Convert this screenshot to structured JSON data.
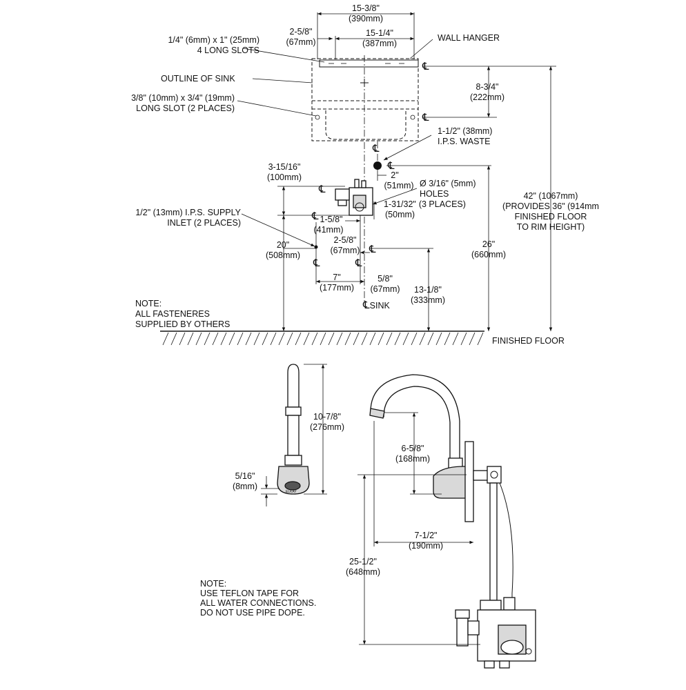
{
  "top_view": {
    "dim_overall_width": [
      "15-3/8\"",
      "(390mm)"
    ],
    "dim_slot_offset": [
      "2-5/8\"",
      "(67mm)"
    ],
    "dim_slot_span": [
      "15-1/4\"",
      "(387mm)"
    ],
    "label_long_slots": [
      "1/4\" (6mm) x 1\" (25mm)",
      "4 LONG SLOTS"
    ],
    "label_wall_hanger": "WALL HANGER",
    "label_outline_sink": "OUTLINE OF SINK",
    "label_long_slot_2": [
      "3/8\" (10mm) x 3/4\" (19mm)",
      "LONG SLOT (2 PLACES)"
    ],
    "dim_hanger_drop": [
      "8-3/4\"",
      "(222mm)"
    ],
    "label_waste": [
      "1-1/2\" (38mm)",
      "I.P.S. WASTE"
    ],
    "dim_waste_offset": [
      "2\"",
      "(51mm)"
    ],
    "dim_valve_height": [
      "3-15/16\"",
      "(100mm)"
    ],
    "label_holes": [
      "Ø 3/16\" (5mm)",
      "HOLES",
      "(3 PLACES)"
    ],
    "dim_holes_spacing": "1-31/32\"",
    "dim_holes_spacing_mm": "(50mm)",
    "label_supply": [
      "1/2\" (13mm) I.P.S. SUPPLY",
      "INLET (2 PLACES)"
    ],
    "dim_supply_spacing": [
      "1-5/8\"",
      "(41mm)"
    ],
    "dim_to_sink_cl": [
      "2-5/8\"",
      "(67mm)"
    ],
    "dim_supply_height": [
      "20\"",
      "(508mm)"
    ],
    "dim_supply_offset": [
      "7\"",
      "(177mm)"
    ],
    "dim_small_offset": [
      "5/8\"",
      "(67mm)"
    ],
    "dim_valve_floor": [
      "13-1/8\"",
      "(333mm)"
    ],
    "dim_waste_height": [
      "26\"",
      "(660mm)"
    ],
    "dim_total_height": [
      "42\" (1067mm)",
      "(PROVIDES 36\" (914mm",
      "FINISHED FLOOR",
      "TO RIM HEIGHT)"
    ],
    "label_sink_cl": "SINK",
    "label_centerline": "℄",
    "note": [
      "NOTE:",
      "ALL FASTENERES",
      "SUPPLIED BY OTHERS"
    ],
    "label_finished_floor": "FINISHED FLOOR"
  },
  "side_view": {
    "dim_spout_height": [
      "10-7/8\"",
      "(276mm)"
    ],
    "dim_sensor_offset": [
      "5/16\"",
      "(8mm)"
    ],
    "brand": "ELKAY",
    "dim_outlet_height": [
      "6-5/8\"",
      "(168mm)"
    ],
    "dim_reach": [
      "7-1/2\"",
      "(190mm)"
    ],
    "dim_box_depth": [
      "25-1/2\"",
      "(648mm)"
    ],
    "note": [
      "NOTE:",
      "USE TEFLON TAPE FOR",
      "ALL WATER CONNECTIONS.",
      "DO NOT USE PIPE DOPE."
    ]
  }
}
